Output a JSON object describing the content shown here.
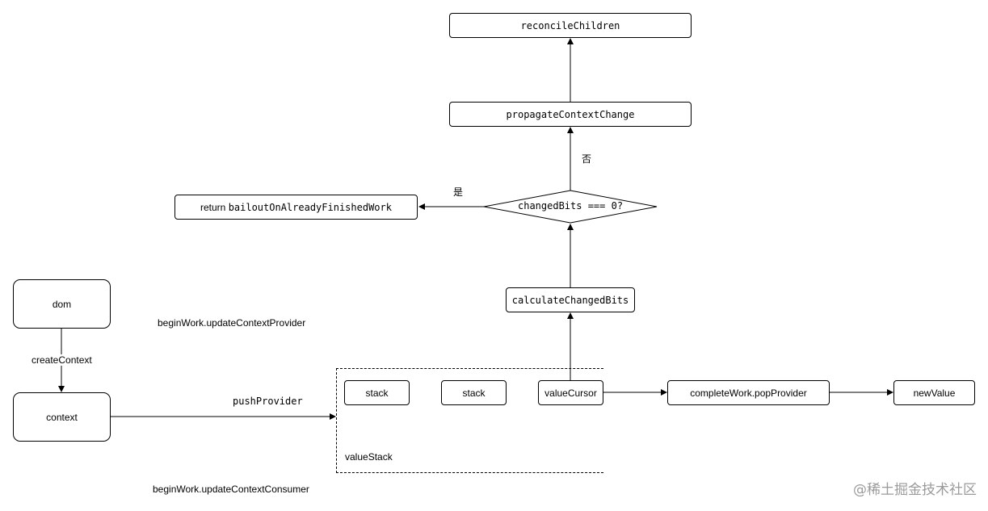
{
  "nodes": {
    "reconcile_children": "reconcileChildren",
    "propagate_context_change": "propagateContextChange",
    "changed_bits_check": "changedBits === 0?",
    "bailout": {
      "prefix": "return ",
      "fn": "bailoutOnAlreadyFinishedWork"
    },
    "calculate_changed_bits": "calculateChangedBits",
    "dom": "dom",
    "context": "context",
    "stack_1": "stack",
    "stack_2": "stack",
    "value_cursor": "valueCursor",
    "pop_provider": "completeWork.popProvider",
    "new_value": "newValue"
  },
  "edge_labels": {
    "no": "否",
    "yes": "是",
    "create_context": "createContext",
    "push_provider": "pushProvider"
  },
  "annotations": {
    "update_context_provider": "beginWork.updateContextProvider",
    "value_stack": "valueStack",
    "update_context_consumer": "beginWork.updateContextConsumer"
  },
  "watermark": "@稀土掘金技术社区"
}
